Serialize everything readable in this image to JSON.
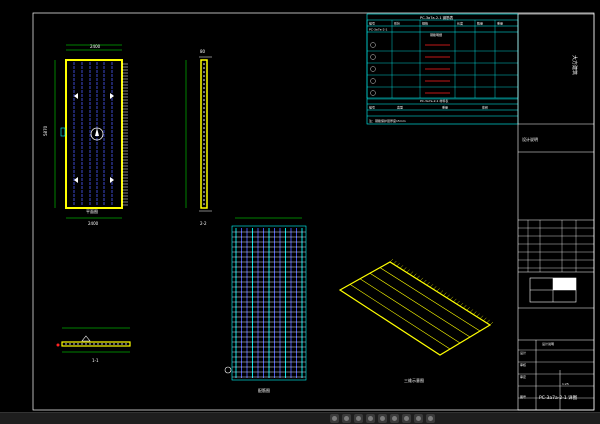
{
  "drawing": {
    "titles": {
      "plan": "平面图",
      "section_2_2": "2-2",
      "section_1_1": "1-1",
      "rebar_plan": "配筋图",
      "iso_view": "三维示意图"
    },
    "dims": {
      "plan_top": "2400",
      "plan_bottom": "2400",
      "plan_left": "5870",
      "plan_side": "5870",
      "sec_top": "80"
    },
    "schedule": {
      "title": "PC-3a7a-2-1 钢筋表",
      "header": [
        "编号",
        "形状",
        "规格",
        "长度",
        "数量",
        "重量"
      ],
      "row_label": "PC-3a7a-2-1",
      "mid_title": "钢筋明细",
      "bottom_title": "PC-3a7a-2-1 材料表",
      "bottom_header": [
        "编号",
        "类型",
        "重量",
        "体积"
      ],
      "footnote": "注：钢筋保护层厚度15mm"
    },
    "title_block": {
      "vertical_text": "大方建筑",
      "note": "设计说明",
      "drawing_no": "PC-3a7a-2-1 详图",
      "design_label": "设计",
      "check_label": "审核",
      "approve_label": "审定",
      "scale_label": "比例",
      "scale_value": "1:25",
      "sheet_label": "图号"
    },
    "colors": {
      "frame": "#ffffff",
      "slab": "#ffff00",
      "rebar": "#4b5cff",
      "rebar_alt": "#00ffff",
      "dim": "#00ff00",
      "accent": "#ff2222",
      "table": "#00ffff"
    }
  },
  "taskbar": {
    "icons": [
      "search-icon",
      "folder-icon",
      "browser-icon",
      "chat-icon",
      "mail-icon",
      "settings-icon",
      "app-icon",
      "app-icon",
      "app-icon"
    ]
  }
}
